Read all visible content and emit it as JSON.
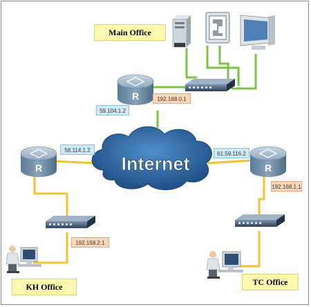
{
  "sites": {
    "main": "Main Office",
    "kh": "KH Office",
    "tc": "TC Office"
  },
  "cloud_label": "Internet",
  "router_glyph": "R",
  "ip_labels": {
    "main_wan": "59.104.1.2",
    "main_lan": "192.168.0.1",
    "kh_wan": "58.114.1.2",
    "kh_lan": "192.158.2.1",
    "tc_wan": "61.59.116.2",
    "tc_lan": "192.168.1.1"
  },
  "colors": {
    "link_green": "#7dc242",
    "link_yellow": "#f2c12e",
    "cloud": "#2f6fae",
    "router": "#6f8fa8"
  }
}
